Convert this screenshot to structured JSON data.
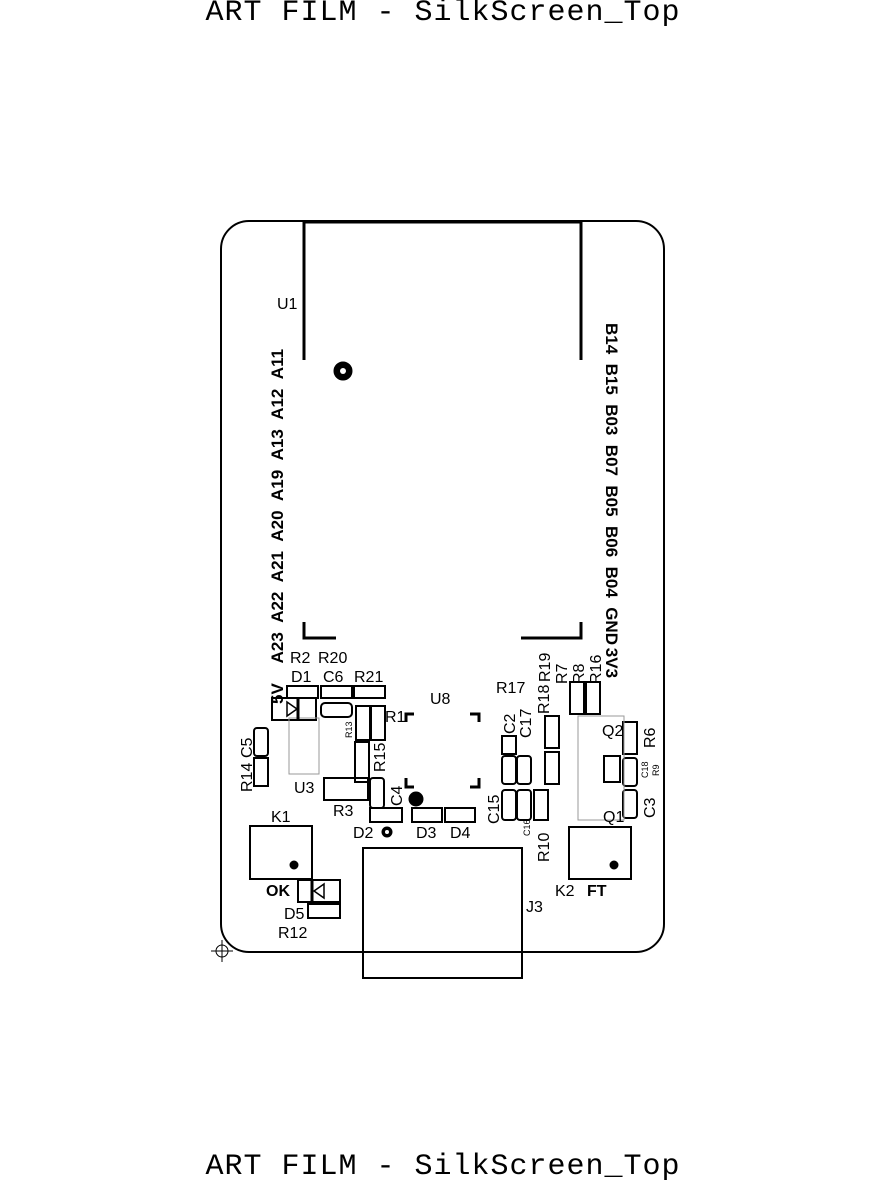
{
  "header_text": "ART FILM - SilkScreen_Top",
  "footer_text": "ART FILM - SilkScreen_Top",
  "left_pins": [
    "5V",
    "A23",
    "A22",
    "A21",
    "A20",
    "A19",
    "A13",
    "A12",
    "A11"
  ],
  "right_pins": [
    "B14",
    "B15",
    "B03",
    "B07",
    "B05",
    "B06",
    "B04",
    "GND",
    "3V3"
  ],
  "refs": {
    "U1": "U1",
    "U8": "U8",
    "U3": "U3",
    "R1": "R1",
    "R2": "R2",
    "R3": "R3",
    "R6": "R6",
    "R7": "R7",
    "R8": "R8",
    "R9": "R9",
    "R10": "R10",
    "R12": "R12",
    "R13": "R13",
    "R14": "R14",
    "R15": "R15",
    "R16": "R16",
    "R17": "R17",
    "R18": "R18",
    "R19": "R19",
    "R20": "R20",
    "R21": "R21",
    "C2": "C2",
    "C3": "C3",
    "C4": "C4",
    "C5": "C5",
    "C6": "C6",
    "C15": "C15",
    "C16": "C16",
    "C17": "C17",
    "C18": "C18",
    "D1": "D1",
    "D2": "D2",
    "D3": "D3",
    "D4": "D4",
    "D5": "D5",
    "Q1": "Q1",
    "Q2": "Q2",
    "K1": "K1",
    "K2": "K2",
    "J3": "J3"
  },
  "button_labels": {
    "ok": "OK",
    "ft": "FT"
  }
}
